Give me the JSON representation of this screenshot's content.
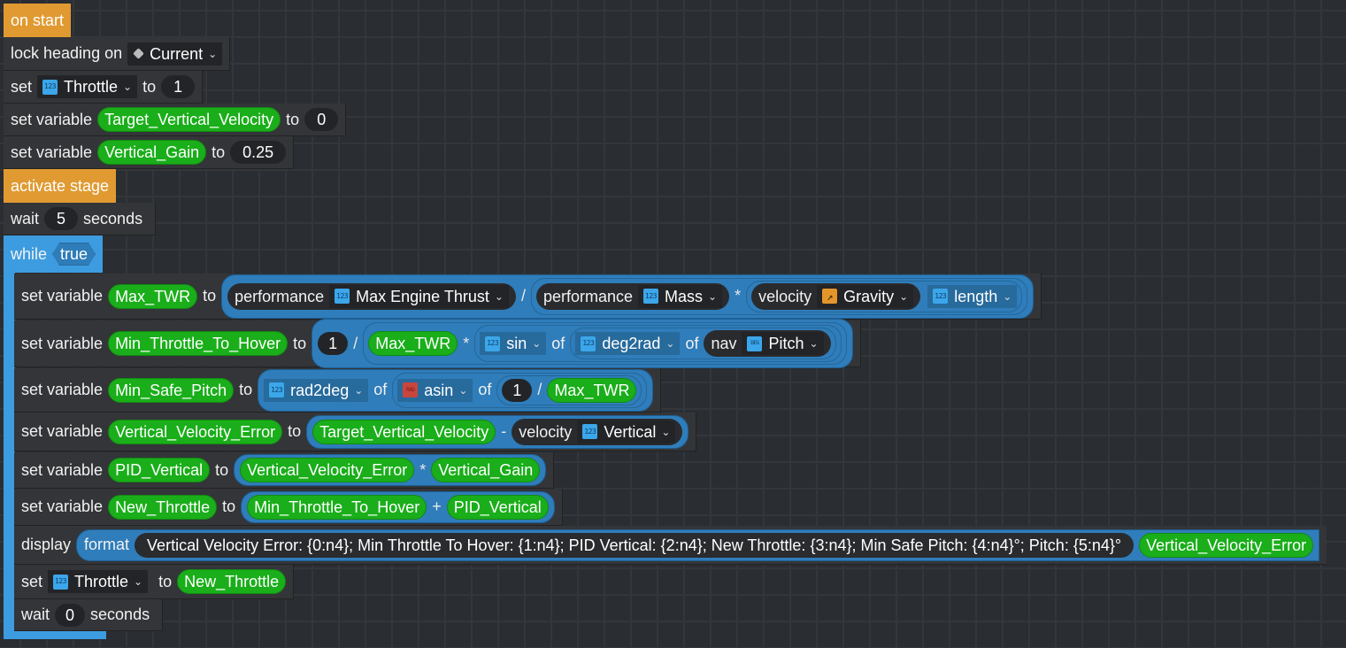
{
  "blocks": {
    "on_start": "on start",
    "lock_heading": {
      "label": "lock heading on",
      "mode": "Current"
    },
    "set_throttle_1": {
      "label": "set",
      "target": "Throttle",
      "to": "to",
      "value": "1"
    },
    "set_tvv": {
      "label": "set variable",
      "var": "Target_Vertical_Velocity",
      "to": "to",
      "value": "0"
    },
    "set_vgain": {
      "label": "set variable",
      "var": "Vertical_Gain",
      "to": "to",
      "value": "0.25"
    },
    "activate_stage": "activate stage",
    "wait_5": {
      "label": "wait",
      "value": "5",
      "unit": "seconds"
    },
    "while": {
      "label": "while",
      "cond": "true"
    },
    "max_twr": {
      "label": "set variable",
      "var": "Max_TWR",
      "to": "to",
      "perf1": "performance",
      "perf1_sel": "Max Engine Thrust",
      "div": "/",
      "perf2": "performance",
      "perf2_sel": "Mass",
      "mul": "*",
      "vel": "velocity",
      "vel_sel": "Gravity",
      "len_sel": "length"
    },
    "min_hover": {
      "label": "set variable",
      "var": "Min_Throttle_To_Hover",
      "to": "to",
      "one": "1",
      "div": "/",
      "twr": "Max_TWR",
      "mul": "*",
      "sin": "sin",
      "of1": "of",
      "deg2rad": "deg2rad",
      "of2": "of",
      "nav": "nav",
      "pitch": "Pitch"
    },
    "min_safe": {
      "label": "set variable",
      "var": "Min_Safe_Pitch",
      "to": "to",
      "rad2deg": "rad2deg",
      "of1": "of",
      "asin": "asin",
      "of2": "of",
      "one": "1",
      "div": "/",
      "twr": "Max_TWR"
    },
    "vve": {
      "label": "set variable",
      "var": "Vertical_Velocity_Error",
      "to": "to",
      "tvv": "Target_Vertical_Velocity",
      "minus": "-",
      "vel": "velocity",
      "vel_sel": "Vertical"
    },
    "pid": {
      "label": "set variable",
      "var": "PID_Vertical",
      "to": "to",
      "a": "Vertical_Velocity_Error",
      "mul": "*",
      "b": "Vertical_Gain"
    },
    "new_throttle": {
      "label": "set variable",
      "var": "New_Throttle",
      "to": "to",
      "a": "Min_Throttle_To_Hover",
      "plus": "+",
      "b": "PID_Vertical"
    },
    "display": {
      "label": "display",
      "format": "format",
      "text": "Vertical Velocity Error: {0:n4}; Min Throttle To Hover: {1:n4}; PID Vertical: {2:n4}; New Throttle: {3:n4}; Min Safe Pitch: {4:n4}°; Pitch: {5:n4}°",
      "arg0": "Vertical_Velocity_Error"
    },
    "set_throttle_new": {
      "label": "set",
      "target": "Throttle",
      "to": "to",
      "value": "New_Throttle"
    },
    "wait_0": {
      "label": "wait",
      "value": "0",
      "unit": "seconds"
    }
  },
  "icons": {
    "num": "123",
    "deg": "DEG",
    "rad": "RAD",
    "vec": "↗",
    "chevron": "⌄"
  },
  "colors": {
    "event": "#e09a31",
    "loop": "#3d9ce0",
    "variable": "#1aae1a",
    "expression": "#2f7dba",
    "statement": "#333538"
  }
}
